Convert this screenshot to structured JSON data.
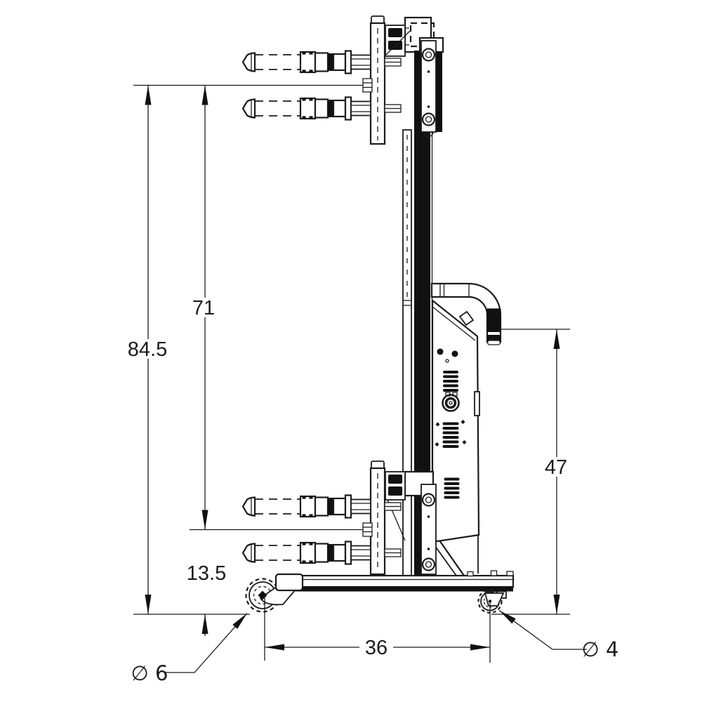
{
  "drawing": {
    "type": "engineering-dimension-drawing",
    "subject": "drum-lifter-stacker-side-view",
    "bg_color": "#ffffff",
    "line_color": "#1c1c1c",
    "dim_labels": {
      "overall_height": "84.5",
      "lift_height": "71",
      "lowered_fork_height": "13.5",
      "handle_height": "47",
      "base_length": "36",
      "front_caster_dia": "∅ 6",
      "rear_caster_dia": "∅ 4"
    }
  }
}
